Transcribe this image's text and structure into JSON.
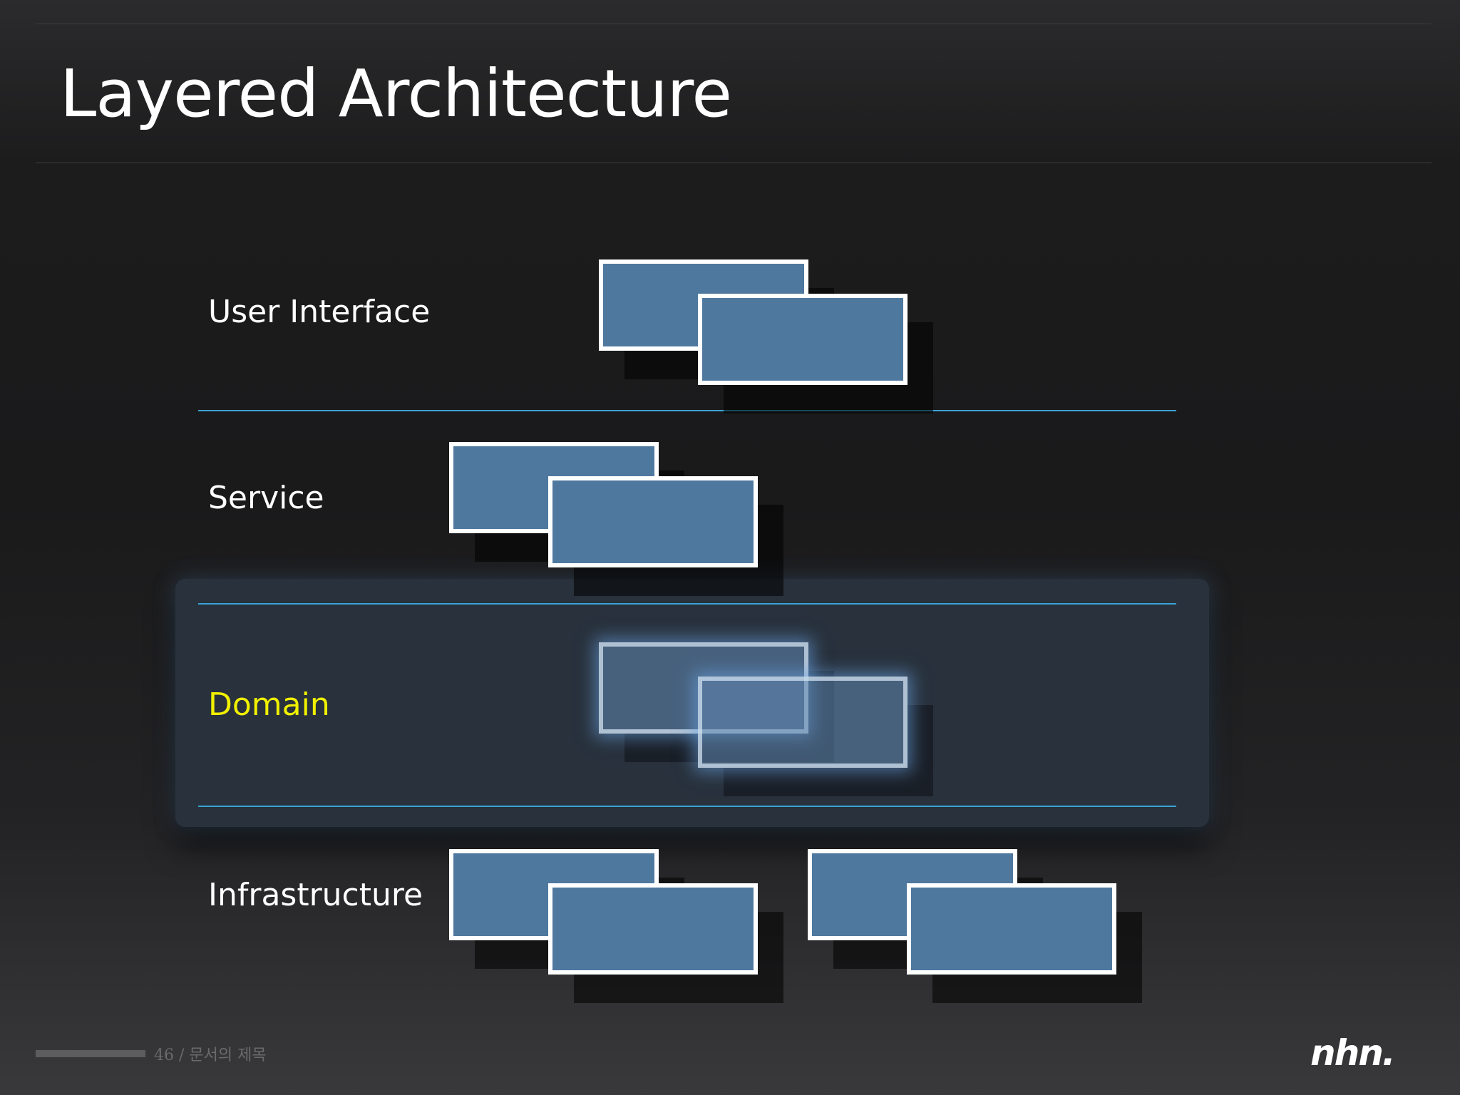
{
  "slide": {
    "title": "Layered Architecture"
  },
  "layers": [
    {
      "label": "User Interface",
      "highlighted": false
    },
    {
      "label": "Service",
      "highlighted": false
    },
    {
      "label": "Domain",
      "highlighted": true
    },
    {
      "label": "Infrastructure",
      "highlighted": false
    }
  ],
  "footer": {
    "page_text": "46 / 문서의 제목",
    "logo": "nhn."
  },
  "colors": {
    "box_fill": "#4f789f",
    "box_border": "#ffffff",
    "separator": "#3aa3d4",
    "highlight_text": "#f0f000",
    "domain_band": "#28313c"
  }
}
